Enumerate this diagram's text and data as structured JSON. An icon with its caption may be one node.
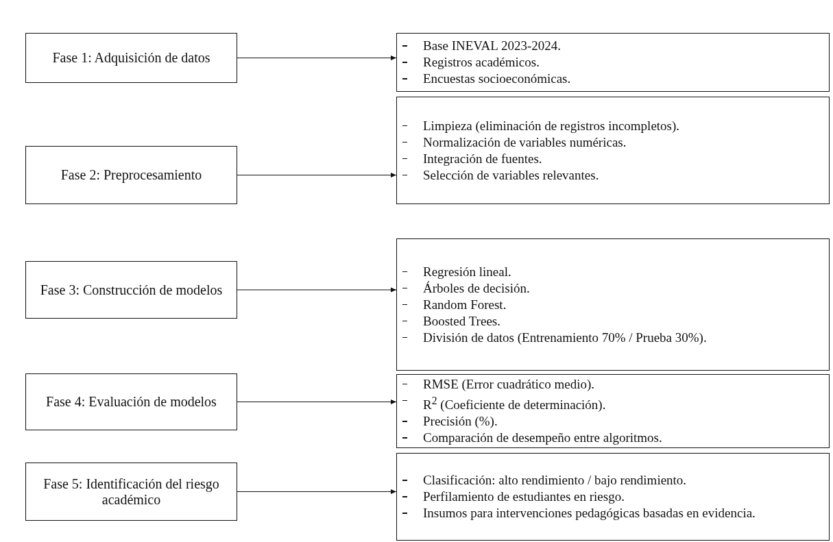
{
  "diagram": {
    "nodes": [
      {
        "text": [
          "Fase 1: Adquisición de datos"
        ]
      },
      {
        "text": [
          "Base INEVAL 2023-2024.",
          "Registros académicos.",
          "Encuestas socioeconómicas."
        ]
      },
      {
        "text": [
          "Fase 2: Preprocesamiento"
        ]
      },
      {
        "text": [
          "Limpieza (eliminación de registros incompletos).",
          "Normalización de variables numéricas.",
          "Integración de fuentes.",
          "Selección de variables relevantes."
        ]
      },
      {
        "text": [
          "Fase 3: Construcción de modelos"
        ]
      },
      {
        "text": [
          "Regresión lineal.",
          "Árboles de decisión.",
          "Random Forest.",
          "Boosted Trees.",
          "División de datos (Entrenamiento 70% / Prueba 30%)."
        ]
      },
      {
        "text": [
          "Fase 4: Evaluación de modelos"
        ]
      },
      {
        "text": [
          "RMSE (Error cuadrático medio).",
          "R$^{2}$ (Coeficiente de determinación).",
          "Precisión (%).",
          "Comparación de desempeño entre algoritmos."
        ]
      },
      {
        "text": [
          "Fase 5: Identificación del riesgo académico"
        ]
      },
      {
        "text": [
          "Clasificación: alto rendimiento / bajo rendimiento.",
          "Perfilamiento de estudiantes en riesgo.",
          "Insumos para intervenciones pedagógicas basadas en evidencia."
        ]
      }
    ],
    "edges": [
      {
        "from": 0,
        "to": 1,
        "arrow": "to"
      },
      {
        "from": 2,
        "to": 3,
        "arrow": "to"
      },
      {
        "from": 4,
        "to": 5,
        "arrow": "to"
      },
      {
        "from": 6,
        "to": 7,
        "arrow": "to"
      },
      {
        "from": 8,
        "to": 9,
        "arrow": "to"
      }
    ]
  }
}
